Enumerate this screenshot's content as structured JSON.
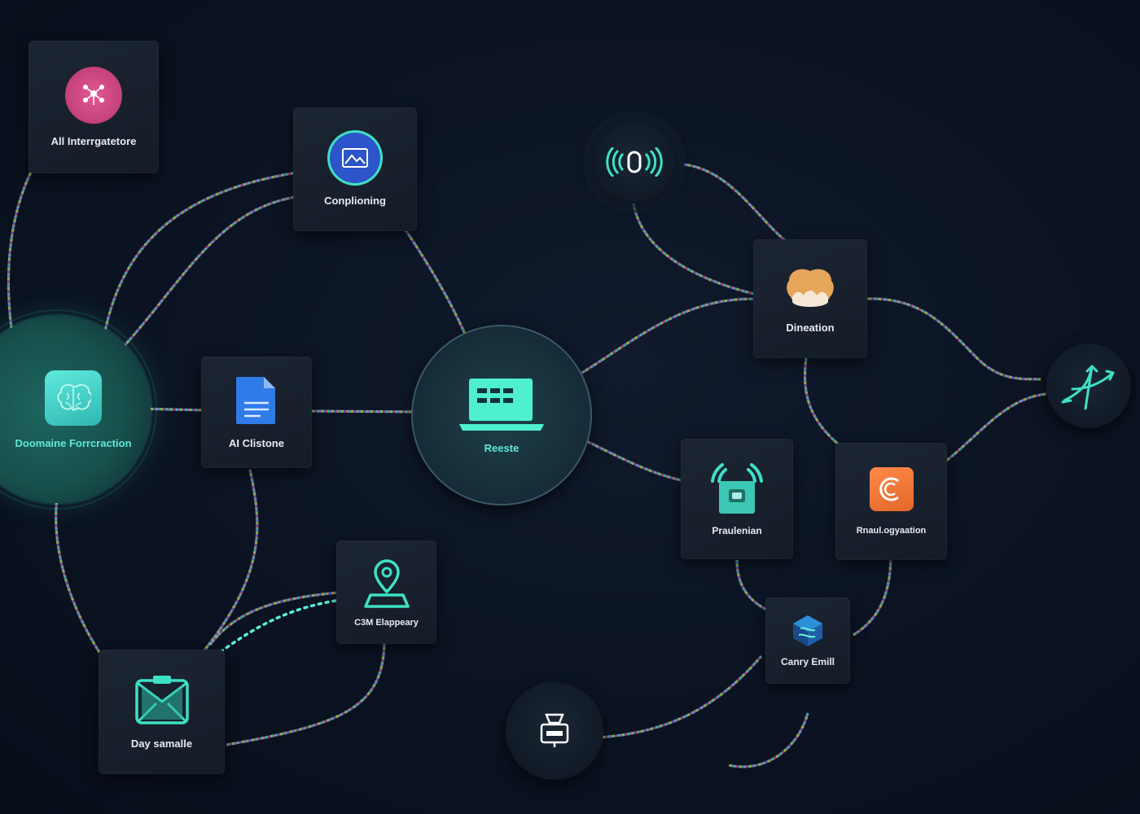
{
  "nodes": {
    "ai_interrogatore": {
      "label": "All Interrgatetore",
      "icon": "people-network-icon"
    },
    "conplioning": {
      "label": "Conplioning",
      "icon": "image-frame-icon"
    },
    "doomaine": {
      "label": "Doomaine Forrcraction",
      "icon": "brain-icon"
    },
    "ai_clistone": {
      "label": "AI Clistone",
      "icon": "document-icon"
    },
    "reeste": {
      "label": "Reeste",
      "icon": "laptop-icon"
    },
    "sensor": {
      "icon": "wireless-sensor-icon"
    },
    "dineation": {
      "label": "Dineation",
      "icon": "cloud-icon"
    },
    "share": {
      "icon": "share-arrows-icon"
    },
    "praulenian": {
      "label": "Praulenian",
      "icon": "broadcast-device-icon"
    },
    "rnaul": {
      "label": "Rnaul.ogyaation",
      "icon": "orange-c-icon"
    },
    "cam": {
      "label": "C3M Elappeary",
      "icon": "location-pin-icon"
    },
    "canry": {
      "label": "Canry Emill",
      "icon": "cube-icon"
    },
    "day": {
      "label": "Day samalle",
      "icon": "mail-envelope-icon"
    },
    "robot": {
      "icon": "robot-icon"
    }
  },
  "colors": {
    "accent": "#3fe0c5",
    "node_bg": "#19222e",
    "canvas_bg": "#0b1322",
    "pink": "#d2457e",
    "blue": "#3e66d6",
    "orange": "#f07a33"
  }
}
